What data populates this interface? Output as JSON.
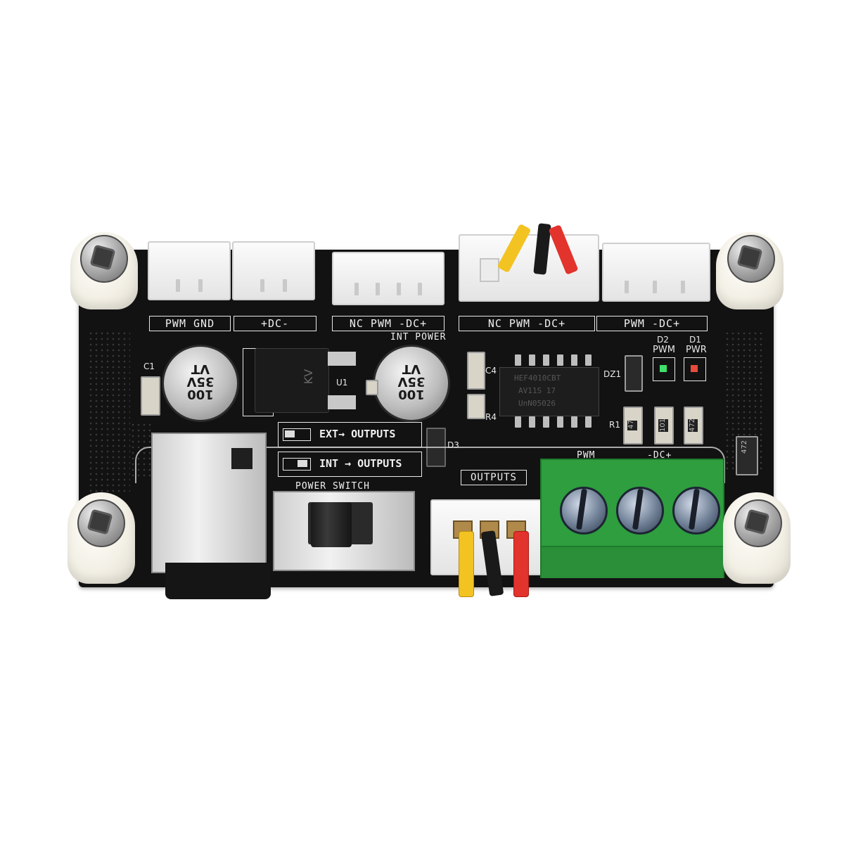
{
  "board": {
    "connectors_top": [
      {
        "id": "conn1",
        "label": "PWM GND"
      },
      {
        "id": "conn2",
        "label": "+DC-"
      },
      {
        "id": "conn3",
        "label": "NC PWM -DC+"
      },
      {
        "id": "conn4",
        "label": "NC PWM -DC+"
      },
      {
        "id": "conn5",
        "label": "PWM -DC+"
      }
    ],
    "int_power_label": "INT POWER",
    "c1_label": "C1",
    "u1_label": "U1",
    "u1_mark": "KV",
    "cap_left_text": "100\n35V\nVT",
    "cap_mid_text": "100\n35V\nVT",
    "c4_label": "C4",
    "r4_label": "R4",
    "r1_label": "R1",
    "dz1_label": "DZ1",
    "d3_label": "D3",
    "ic_text": [
      "HEF4010CBT",
      "AV11S  17",
      "UnN05026"
    ],
    "led_d2": {
      "ref": "D2",
      "name": "PWM"
    },
    "led_d1": {
      "ref": "D1",
      "name": "PWR"
    },
    "resistor_r1_text": "47",
    "resistor_mid_text": "101",
    "resistor_right_text": "472",
    "resistor_far_text": "472",
    "switch_ext_label": "EXT→ OUTPUTS",
    "switch_int_label": "INT → OUTPUTS",
    "power_switch_label": "POWER SWITCH",
    "outputs_label": "OUTPUTS",
    "terminal_label_pwm": "PWM",
    "terminal_label_dc": "-DC+",
    "wire_colors": {
      "yellow": "#f3c321",
      "black": "#1a1a1a",
      "red": "#e2332c"
    },
    "terminal_color": "#2e9e3e"
  }
}
